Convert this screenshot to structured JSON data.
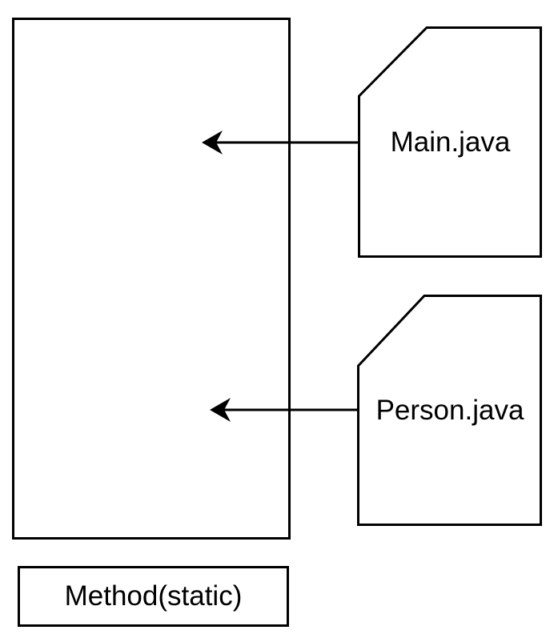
{
  "diagram": {
    "background_color": "#ffffff",
    "line_color": "#000000",
    "container_box": {
      "label": ""
    },
    "files": [
      {
        "label": "Main.java"
      },
      {
        "label": "Person.java"
      }
    ],
    "method_box": {
      "label": "Method(static)"
    },
    "arrows": [
      {
        "from": "Main.java",
        "to": "container-box"
      },
      {
        "from": "Person.java",
        "to": "container-box"
      }
    ]
  }
}
